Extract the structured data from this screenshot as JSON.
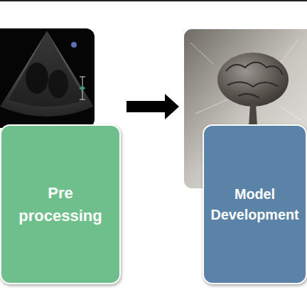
{
  "diagram": {
    "nodes": [
      {
        "text": [
          "Pre processing"
        ]
      },
      {
        "text": [
          "Model Development"
        ]
      }
    ],
    "edges": [
      {
        "from": 0,
        "to": 1,
        "arrow": "to"
      }
    ]
  }
}
